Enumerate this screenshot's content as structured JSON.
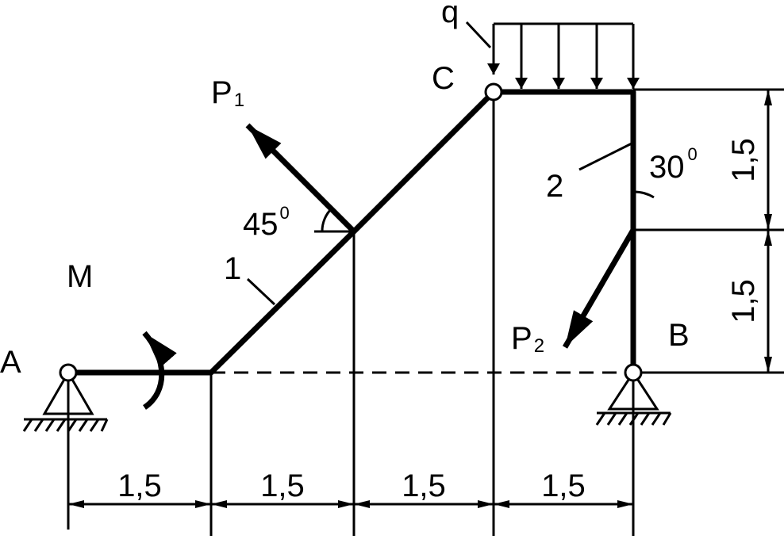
{
  "diagram": {
    "points": {
      "A": "A",
      "B": "B",
      "C": "C"
    },
    "loads": {
      "distributed": "q",
      "moment": "M",
      "force_1": {
        "base": "P",
        "sub": "1"
      },
      "force_2": {
        "base": "P",
        "sub": "2"
      }
    },
    "members": {
      "bar_1": "1",
      "bar_2": "2"
    },
    "angles": {
      "angle_p1": {
        "value": "45",
        "degree": "0"
      },
      "angle_p2": {
        "value": "30",
        "degree": "0"
      }
    },
    "dimensions": {
      "horizontal": [
        "1,5",
        "1,5",
        "1,5",
        "1,5"
      ],
      "vertical": [
        "1,5",
        "1,5"
      ]
    },
    "colors": {
      "stroke": "#000000",
      "background": "#ffffff"
    }
  }
}
